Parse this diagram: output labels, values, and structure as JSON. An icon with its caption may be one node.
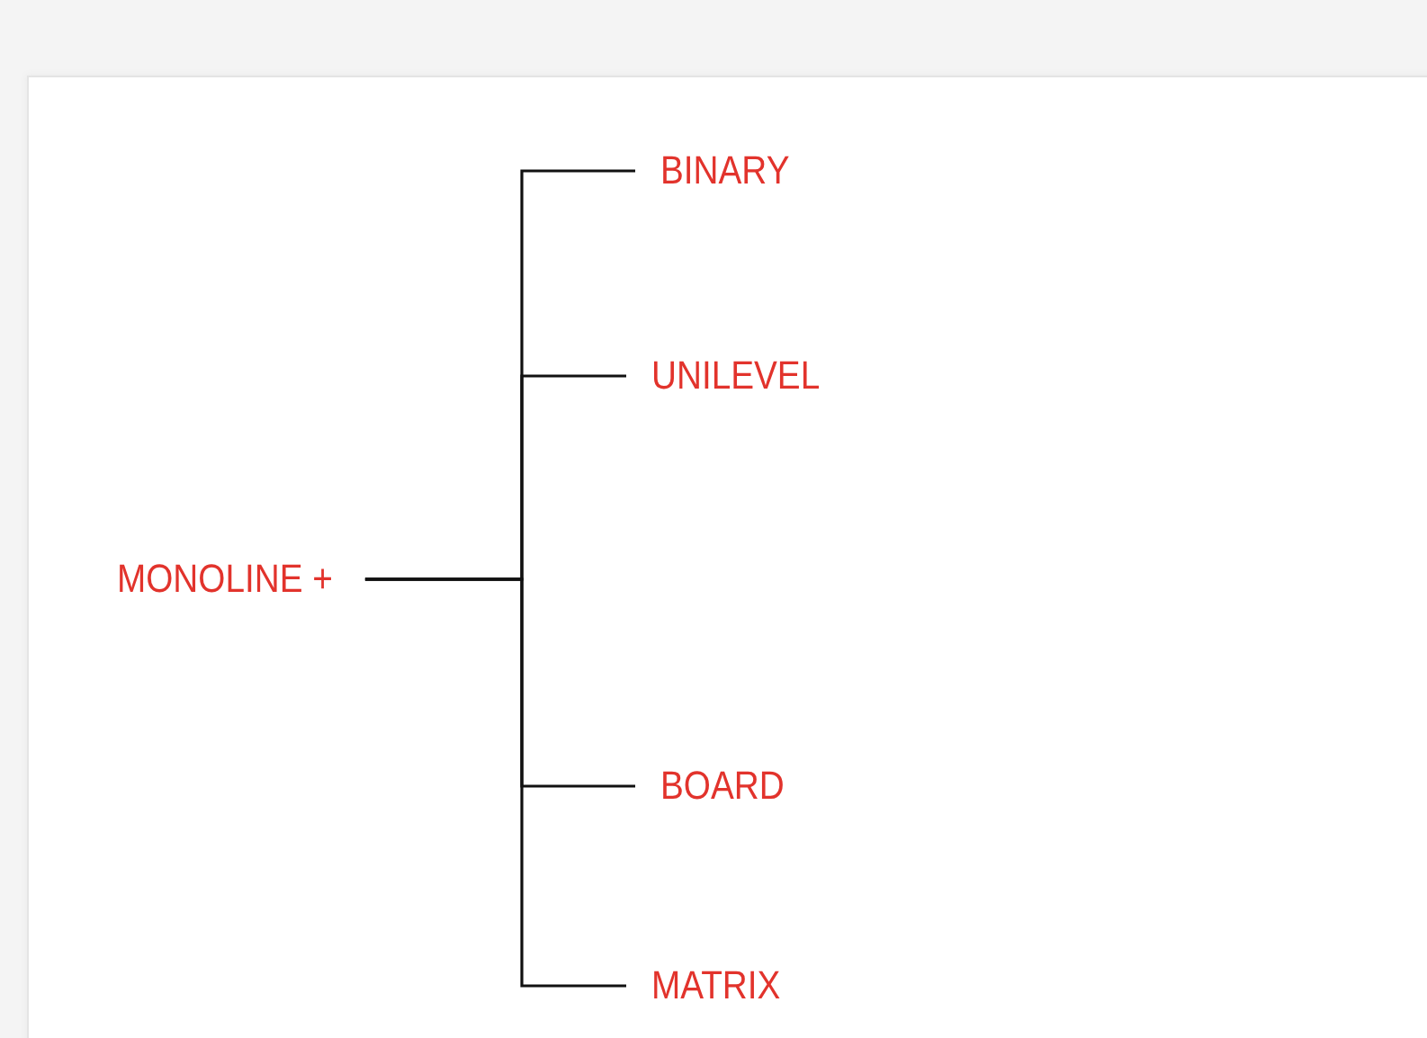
{
  "diagram": {
    "nodes": [
      {
        "text": [
          "MONOLINE +"
        ]
      },
      {
        "text": [
          "BINARY"
        ]
      },
      {
        "text": [
          "UNILEVEL"
        ]
      },
      {
        "text": [
          "BOARD"
        ]
      },
      {
        "text": [
          "MATRIX"
        ]
      }
    ],
    "edges": [
      {
        "from": 0,
        "to": 1,
        "arrow": "none"
      },
      {
        "from": 0,
        "to": 2,
        "arrow": "none"
      },
      {
        "from": 0,
        "to": 3,
        "arrow": "none"
      },
      {
        "from": 0,
        "to": 4,
        "arrow": "none"
      }
    ]
  }
}
